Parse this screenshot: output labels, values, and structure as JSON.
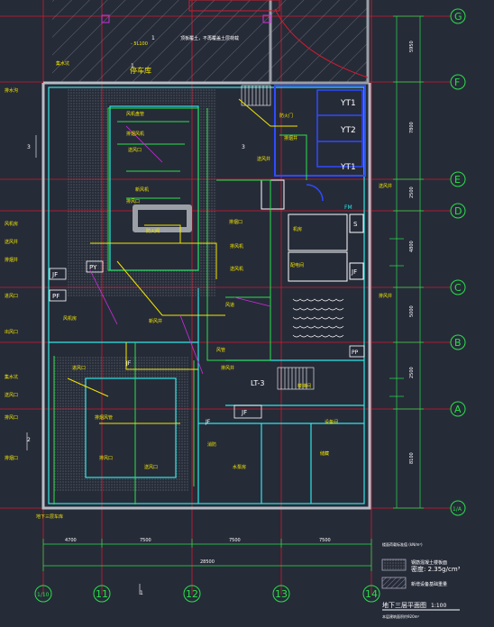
{
  "grid_rows": [
    {
      "id": "G",
      "name": "axis-g"
    },
    {
      "id": "F",
      "name": "axis-f"
    },
    {
      "id": "E",
      "name": "axis-e"
    },
    {
      "id": "D",
      "name": "axis-d"
    },
    {
      "id": "C",
      "name": "axis-c"
    },
    {
      "id": "B",
      "name": "axis-b"
    },
    {
      "id": "A",
      "name": "axis-a"
    },
    {
      "id": "1/A",
      "name": "axis-1a"
    }
  ],
  "grid_cols": [
    {
      "id": "1/10",
      "name": "axis-1-10"
    },
    {
      "id": "11",
      "name": "axis-11"
    },
    {
      "id": "12",
      "name": "axis-12"
    },
    {
      "id": "13",
      "name": "axis-13"
    },
    {
      "id": "14",
      "name": "axis-14"
    }
  ],
  "right_dims": [
    "5950",
    "7800",
    "2500",
    "4800",
    "5000",
    "2500",
    "8100"
  ],
  "bottom_dims": [
    "4700",
    "7500",
    "7500",
    "7500"
  ],
  "total_dim": "28500",
  "rooms": {
    "parking": "停车库",
    "roof_label": "顶板覆土，不再覆盖土层荷载",
    "yt1": "YT1",
    "yt2": "YT2",
    "yt1b": "YT1",
    "stair_label": "LT-3",
    "mark_s": "S",
    "mark_jf": "JF",
    "mark_jf2": "JF",
    "mark_pf": "PF",
    "mark_py": "PY",
    "mark_pp": "PP",
    "mark_fm": "FM",
    "mark_jf3": "JF",
    "mark_jf4": "JF",
    "mark_jf5": "JF"
  },
  "legend": {
    "density": "密度: 2.35g/cm³",
    "hatch1": "钢筋混凝土楼板面",
    "hatch2": "新增设备基础重量",
    "note_small": "楼面荷载标准值 (kN/m²)"
  },
  "title_block": {
    "title": "地下三层平面图",
    "scale": "1:100",
    "subtitle": "本层建筑面积约920m²"
  },
  "section_marks": [
    "1",
    "1",
    "1",
    "3",
    "3",
    "2"
  ]
}
